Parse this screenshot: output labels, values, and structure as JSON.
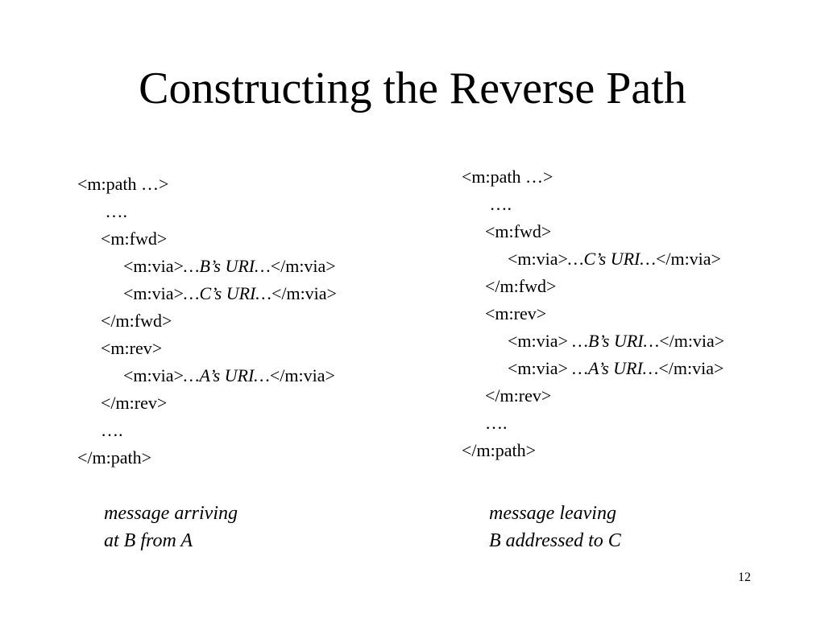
{
  "slide": {
    "title": "Constructing the Reverse Path",
    "page_number": "12"
  },
  "left": {
    "lines": {
      "l0": "<m:path …>",
      "l1": " ….",
      "l2": "<m:fwd>",
      "l3": {
        "pre": "<m:via>",
        "uri": "…B’s URI…",
        "post": "</m:via>"
      },
      "l4": {
        "pre": "<m:via>",
        "uri": "…C’s URI…",
        "post": "</m:via>"
      },
      "l5": "</m:fwd>",
      "l6": "<m:rev>",
      "l7": {
        "pre": "<m:via>",
        "uri": "…A’s URI…",
        "post": "</m:via>"
      },
      "l8": "</m:rev>",
      "l9": "….",
      "l10": "</m:path>"
    },
    "caption": {
      "line1": "message arriving",
      "line2": "at B from A"
    }
  },
  "right": {
    "lines": {
      "l0": "<m:path …>",
      "l1": " ….",
      "l2": "<m:fwd>",
      "l3": {
        "pre": "<m:via>",
        "uri": "…C’s URI…",
        "post": "</m:via>"
      },
      "l4": "</m:fwd>",
      "l5": "<m:rev>",
      "l6": {
        "pre": "<m:via> ",
        "uri": "…B’s URI…",
        "post": "</m:via>"
      },
      "l7": {
        "pre": "<m:via> ",
        "uri": "…A’s URI…",
        "post": "</m:via>"
      },
      "l8": "</m:rev>",
      "l9": "….",
      "l10": "</m:path>"
    },
    "caption": {
      "line1": "message leaving",
      "line2": "B addressed to C"
    }
  }
}
